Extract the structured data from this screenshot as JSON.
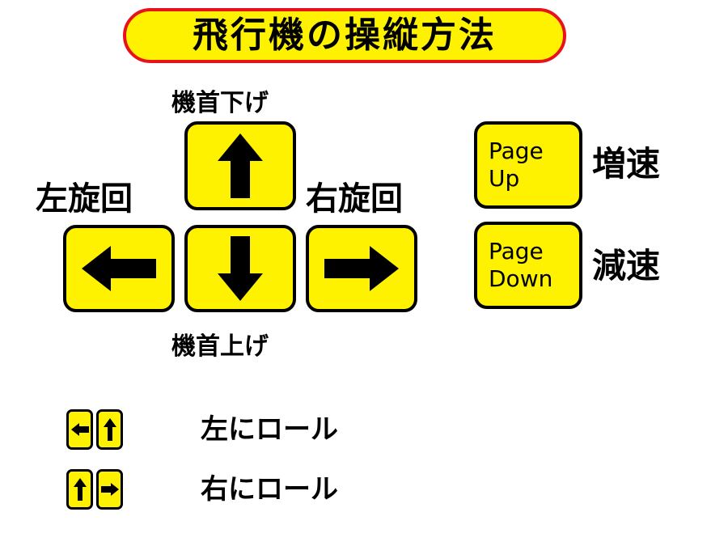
{
  "title": "飛行機の操縦方法",
  "labels": {
    "nose_down": "機首下げ",
    "nose_up": "機首上げ",
    "turn_left": "左旋回",
    "turn_right": "右旋回",
    "speed_up": "増速",
    "speed_down": "減速",
    "roll_left": "左にロール",
    "roll_right": "右にロール"
  },
  "keys": {
    "page_up": {
      "line1": "Page",
      "line2": "Up"
    },
    "page_down": {
      "line1": "Page",
      "line2": "Down"
    }
  },
  "icons": {
    "up": "arrow-up-icon",
    "down": "arrow-down-icon",
    "left": "arrow-left-icon",
    "right": "arrow-right-icon"
  },
  "colors": {
    "key_fill": "#fff200",
    "title_border": "#e8121a",
    "outline": "#000000"
  }
}
